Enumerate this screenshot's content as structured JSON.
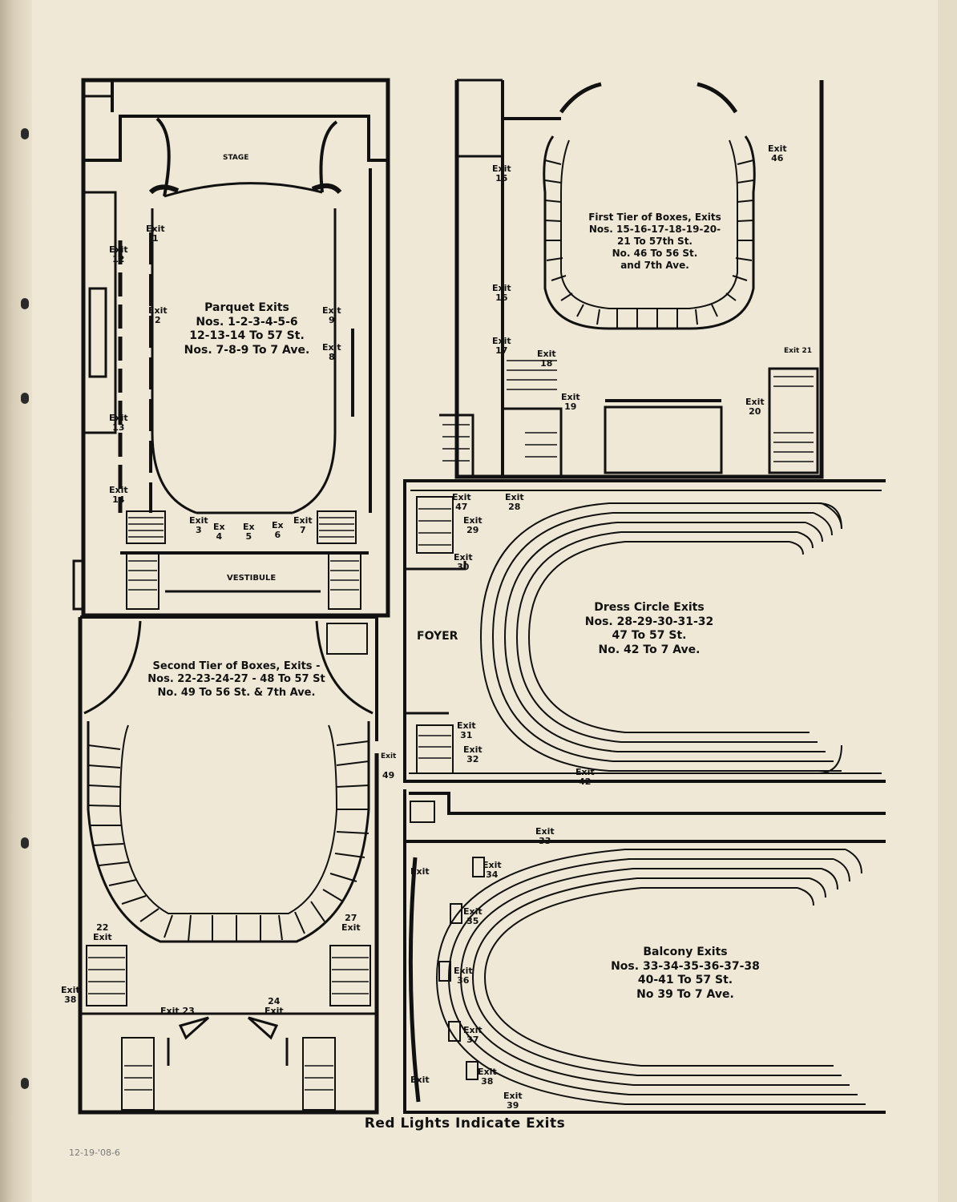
{
  "caption": "Red Lights Indicate Exits",
  "pencil_note": "12-19-'08-6",
  "plans": {
    "parquet": {
      "stage_label": "STAGE",
      "vestibule_label": "VESTIBULE",
      "title": "Parquet Exits\nNos. 1-2-3-4-5-6\n12-13-14 To 57 St.\nNos. 7-8-9 To 7 Ave."
    },
    "first_tier": {
      "title": "First Tier of Boxes, Exits\nNos. 15-16-17-18-19-20-\n21 To 57th St.\nNo. 46 To 56 St.\nand 7th Ave."
    },
    "second_tier": {
      "title": "Second Tier of Boxes, Exits -\nNos. 22-23-24-27 - 48 To 57 St\nNo. 49 To 56 St. & 7th Ave."
    },
    "dress_circle": {
      "foyer_label": "FOYER",
      "title": "Dress Circle Exits\nNos. 28-29-30-31-32\n47 To 57 St.\nNo. 42 To 7 Ave."
    },
    "balcony": {
      "title": "Balcony Exits\nNos. 33-34-35-36-37-38\n40-41 To 57 St.\nNo 39 To 7 Ave."
    }
  },
  "exits": [
    {
      "label": "Exit\n1"
    },
    {
      "label": "Exit\n2"
    },
    {
      "label": "Exit\n12"
    },
    {
      "label": "Exit\n13"
    },
    {
      "label": "Exit\n14"
    },
    {
      "label": "Exit\n3"
    },
    {
      "label": "Ex\n4"
    },
    {
      "label": "Ex\n5"
    },
    {
      "label": "Ex\n6"
    },
    {
      "label": "Exit\n7"
    },
    {
      "label": "Exit\n9"
    },
    {
      "label": "Exit\n8"
    },
    {
      "label": "Exit\n15"
    },
    {
      "label": "Exit\n16"
    },
    {
      "label": "Exit\n17"
    },
    {
      "label": "Exit\n18"
    },
    {
      "label": "Exit\n19"
    },
    {
      "label": "Exit\n20"
    },
    {
      "label": "Exit 21"
    },
    {
      "label": "Exit\n46"
    },
    {
      "label": "Exit\n47"
    },
    {
      "label": "Exit\n28"
    },
    {
      "label": "Exit\n29"
    },
    {
      "label": "Exit\n30"
    },
    {
      "label": "Exit\n31"
    },
    {
      "label": "Exit\n32"
    },
    {
      "label": "Exit\n42"
    },
    {
      "label": "Exit"
    },
    {
      "label": "49"
    },
    {
      "label": "22\nExit"
    },
    {
      "label": "Exit\n38"
    },
    {
      "label": "Exit 23"
    },
    {
      "label": "24\nExit"
    },
    {
      "label": "27\nExit"
    },
    {
      "label": "Exit\n33"
    },
    {
      "label": "Exit"
    },
    {
      "label": "Exit\n34"
    },
    {
      "label": "Exit\n35"
    },
    {
      "label": "Exit\n36"
    },
    {
      "label": "Exit\n37"
    },
    {
      "label": "Exit\n38"
    },
    {
      "label": "Exit"
    },
    {
      "label": "Exit\n39"
    }
  ]
}
